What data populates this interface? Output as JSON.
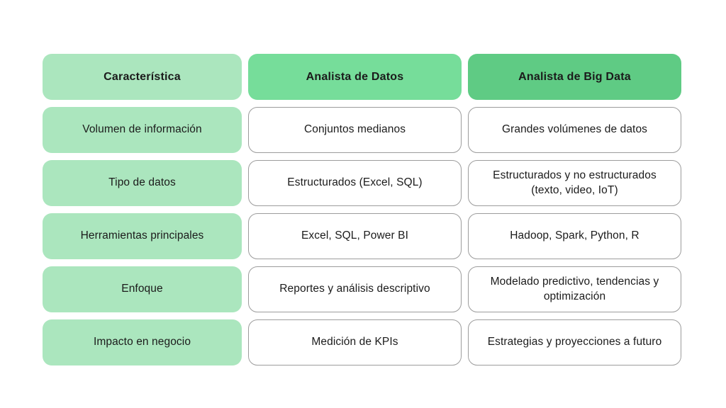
{
  "table": {
    "headers": [
      {
        "label": "Característica"
      },
      {
        "label": "Analista de Datos"
      },
      {
        "label": "Analista de Big Data"
      }
    ],
    "rows": [
      {
        "feature": "Volumen de información",
        "analyst": "Conjuntos medianos",
        "bigdata": "Grandes volúmenes de datos"
      },
      {
        "feature": "Tipo de datos",
        "analyst": "Estructurados (Excel, SQL)",
        "bigdata": "Estructurados y no estructurados (texto, video, IoT)"
      },
      {
        "feature": "Herramientas principales",
        "analyst": "Excel, SQL, Power BI",
        "bigdata": "Hadoop, Spark, Python, R"
      },
      {
        "feature": "Enfoque",
        "analyst": "Reportes y análisis descriptivo",
        "bigdata": "Modelado predictivo, tendencias y optimización"
      },
      {
        "feature": "Impacto en negocio",
        "analyst": "Medición de KPIs",
        "bigdata": "Estrategias y proyecciones a futuro"
      }
    ]
  },
  "colors": {
    "header_feature": "#ABE6BE",
    "header_analyst": "#76DD9A",
    "header_bigdata": "#5FCB84",
    "label_cell": "#ABE6BE",
    "value_cell_background": "#FFFFFF",
    "value_cell_border": "#9C9C9C",
    "text": "#1B1B1B",
    "page_background": "#FFFFFF"
  }
}
